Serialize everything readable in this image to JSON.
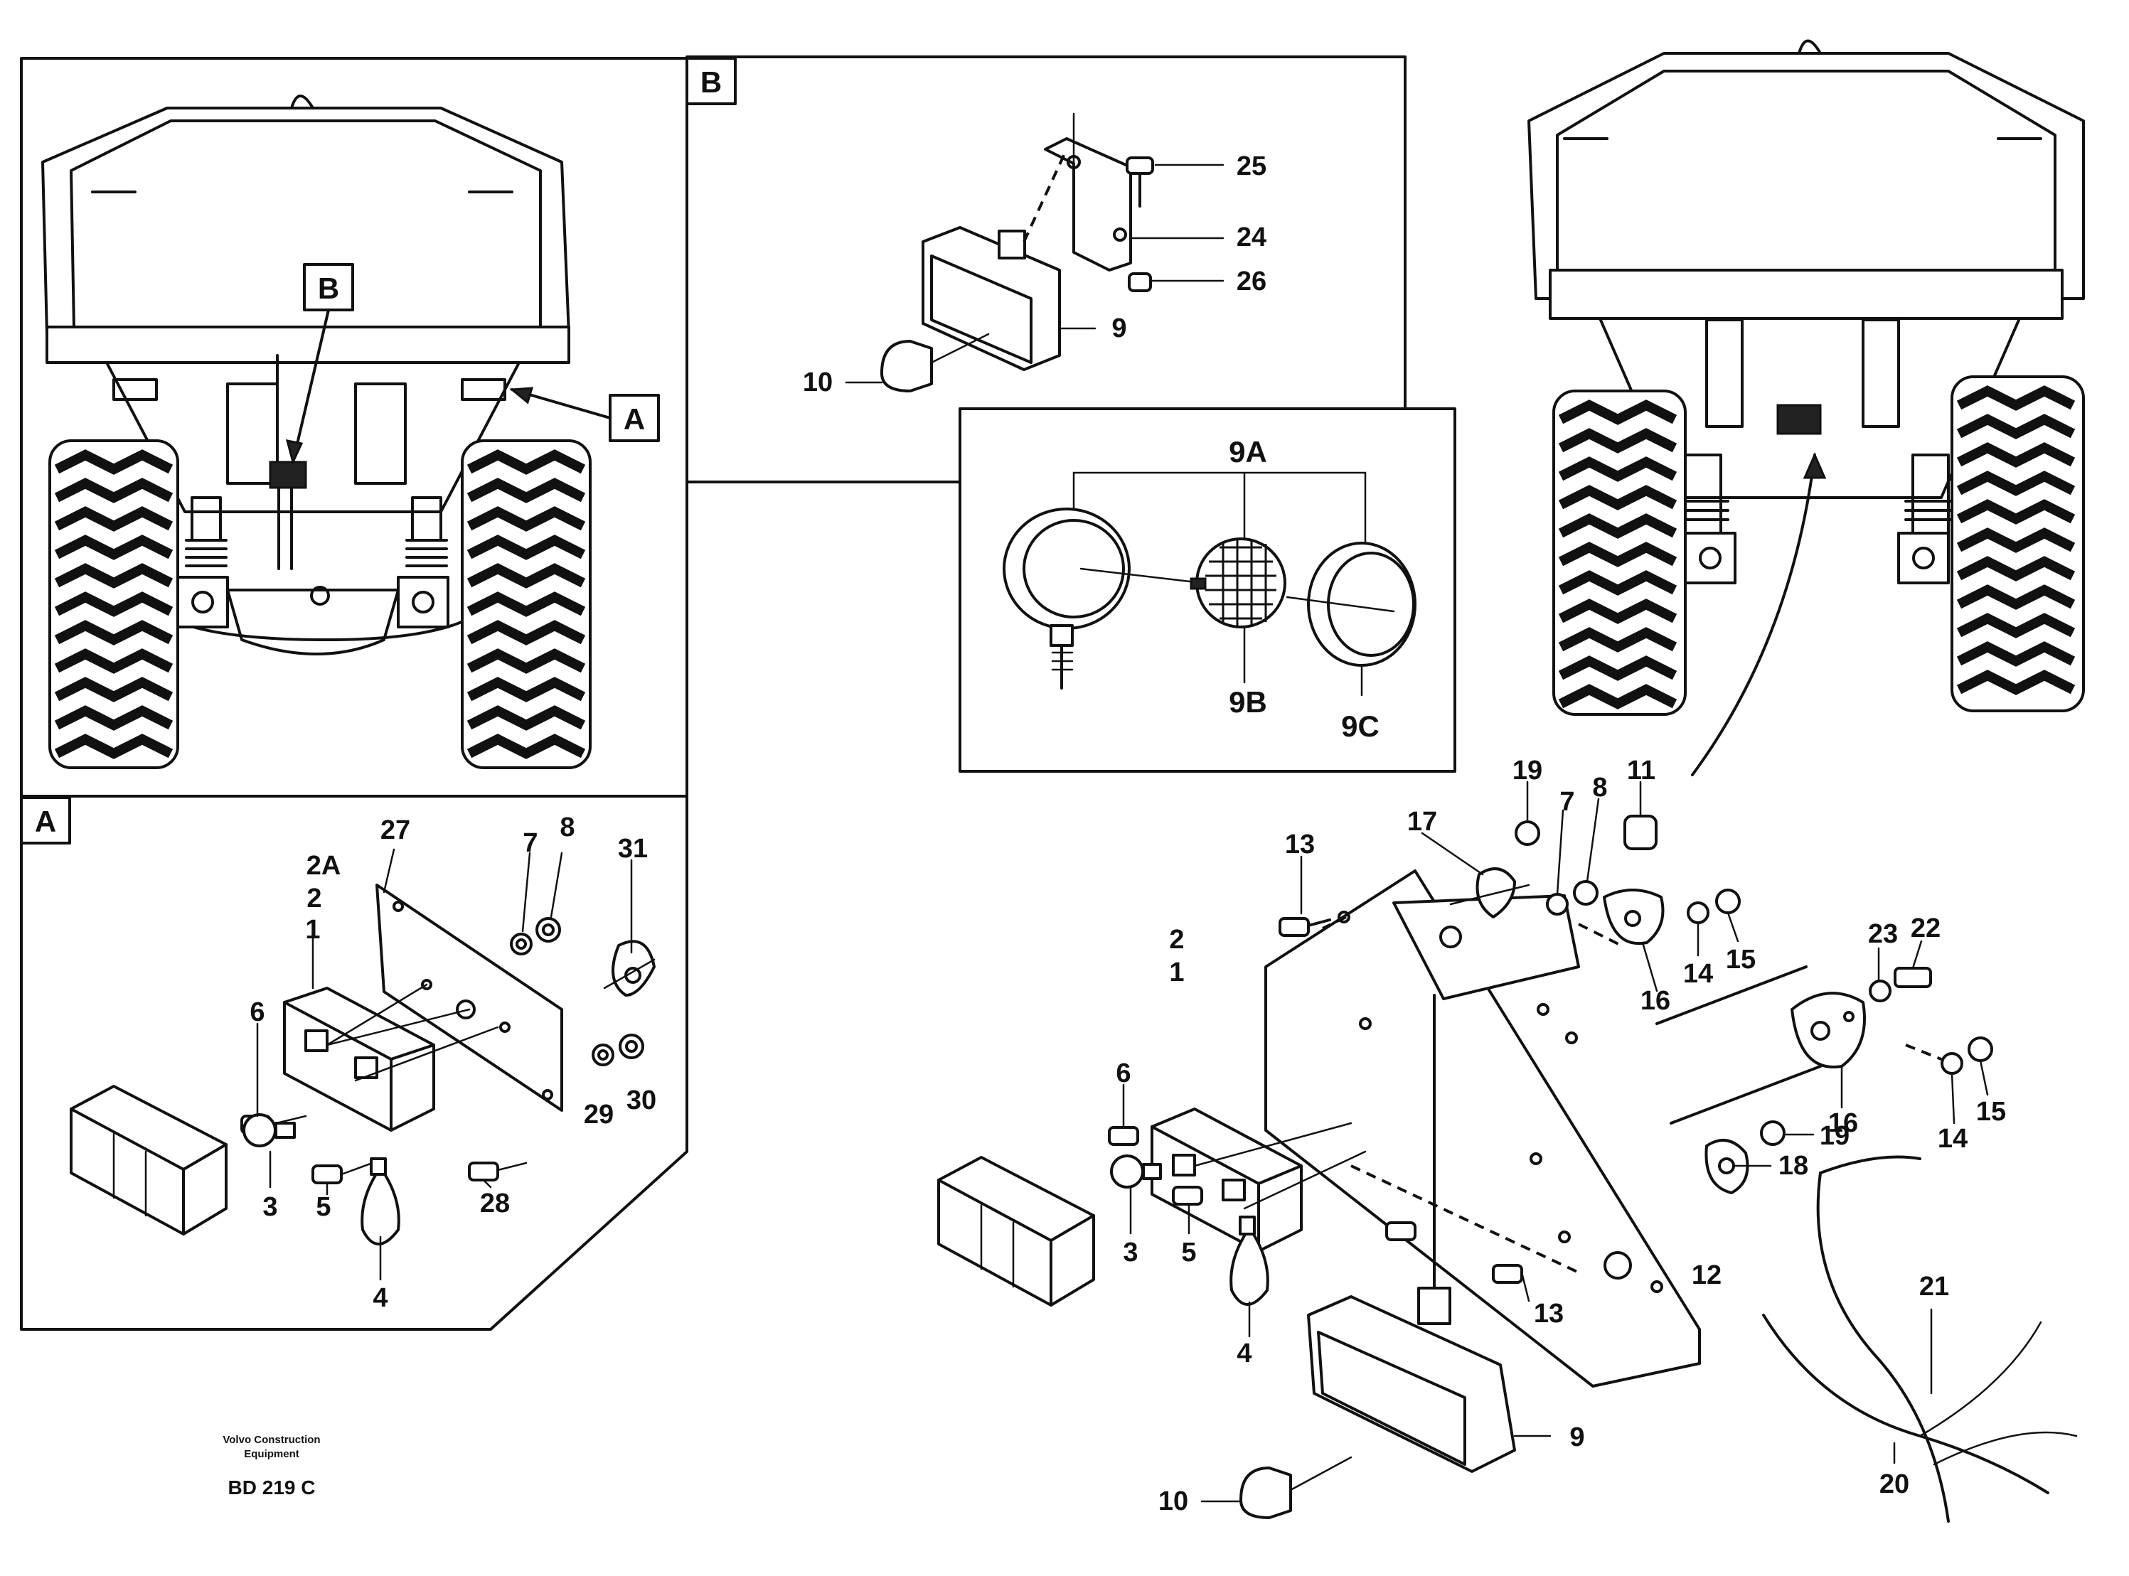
{
  "diagram": {
    "panels": {
      "A": "A",
      "B": "B"
    },
    "callouts_overview": {
      "A": "A",
      "B": "B"
    },
    "detail_B_labels": [
      "25",
      "24",
      "26",
      "9",
      "10"
    ],
    "detail_9_labels": [
      "9A",
      "9B",
      "9C"
    ],
    "detail_A_labels": [
      "2A",
      "2",
      "1",
      "27",
      "7",
      "8",
      "31",
      "6",
      "29",
      "30",
      "3",
      "5",
      "28",
      "4"
    ],
    "assembly_labels": [
      "19",
      "11",
      "17",
      "7",
      "8",
      "13",
      "2",
      "1",
      "15",
      "14",
      "16",
      "23",
      "22",
      "6",
      "15",
      "14",
      "16",
      "19",
      "18",
      "3",
      "5",
      "4",
      "13",
      "12",
      "21",
      "9",
      "20",
      "10"
    ],
    "footer": {
      "company_line1": "Volvo Construction",
      "company_line2": "Equipment",
      "code": "BD 219 C"
    }
  }
}
